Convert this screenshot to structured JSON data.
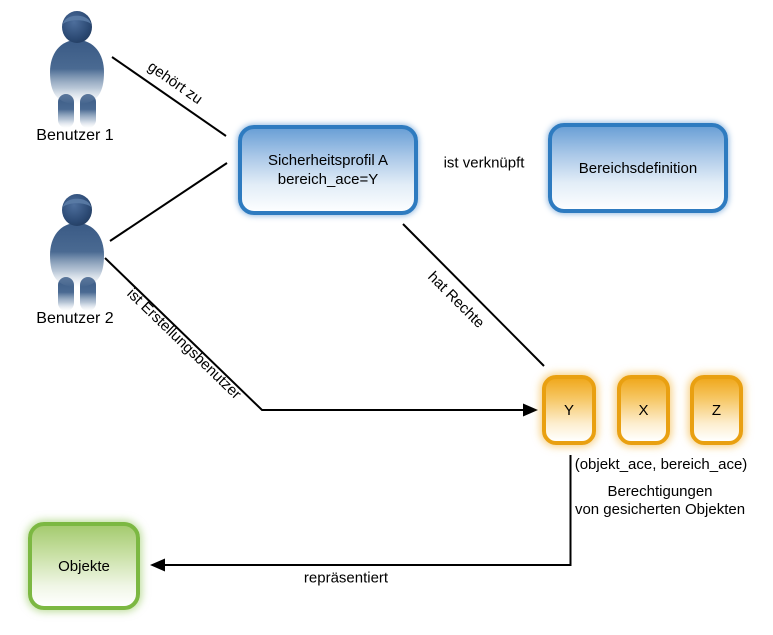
{
  "nodes": {
    "benutzer1": {
      "label": "Benutzer 1"
    },
    "benutzer2": {
      "label": "Benutzer 2"
    },
    "sicherheitsprofil": {
      "line1": "Sicherheitsprofil A",
      "line2": "bereich_ace=Y"
    },
    "bereichsdefinition": {
      "label": "Bereichsdefinition"
    },
    "ace_y": {
      "label": "Y"
    },
    "ace_x": {
      "label": "X"
    },
    "ace_z": {
      "label": "Z"
    },
    "objekte": {
      "label": "Objekte"
    }
  },
  "edge_labels": {
    "gehoert_zu": "gehört zu",
    "ist_verknuepft": "ist verknüpft",
    "ist_erstellungsbenutzer": "ist Erstellungsbenutzer",
    "hat_rechte": "hat Rechte",
    "repraesentiert": "repräsentiert"
  },
  "annotations": {
    "ace_tuple": "(objekt_ace, bereich_ace)",
    "berechtigungen_line1": "Berechtigungen",
    "berechtigungen_line2": "von gesicherten Objekten"
  },
  "colors": {
    "blue_border": "#2e7bc0",
    "orange_border": "#e9a011",
    "green_border": "#7cb842",
    "line": "#000000",
    "person_dark": "#1c3354",
    "person_mid": "#4a6a92"
  }
}
